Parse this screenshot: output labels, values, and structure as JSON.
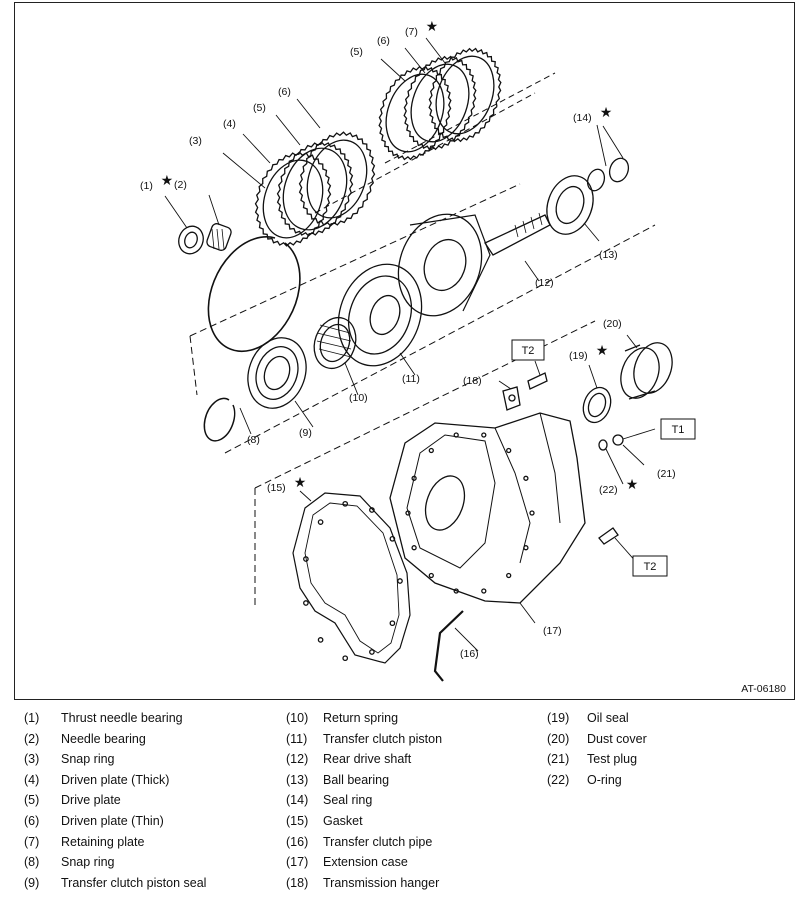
{
  "figure_id": "AT-06180",
  "callouts": [
    {
      "key": "c1",
      "text": "(1)",
      "star": true
    },
    {
      "key": "c2",
      "text": "(2)",
      "star": false
    },
    {
      "key": "c3",
      "text": "(3)",
      "star": false
    },
    {
      "key": "c4",
      "text": "(4)",
      "star": false
    },
    {
      "key": "c5a",
      "text": "(5)",
      "star": false
    },
    {
      "key": "c6a",
      "text": "(6)",
      "star": false
    },
    {
      "key": "c5b",
      "text": "(5)",
      "star": false
    },
    {
      "key": "c6b",
      "text": "(6)",
      "star": false
    },
    {
      "key": "c7",
      "text": "(7)",
      "star": true
    },
    {
      "key": "c14",
      "text": "(14)",
      "star": true
    },
    {
      "key": "c13",
      "text": "(13)",
      "star": false
    },
    {
      "key": "c12",
      "text": "(12)",
      "star": false
    },
    {
      "key": "c11",
      "text": "(11)",
      "star": false
    },
    {
      "key": "c10",
      "text": "(10)",
      "star": false
    },
    {
      "key": "c9",
      "text": "(9)",
      "star": false
    },
    {
      "key": "c8",
      "text": "(8)",
      "star": false
    },
    {
      "key": "c20",
      "text": "(20)",
      "star": false
    },
    {
      "key": "c19",
      "text": "(19)",
      "star": true
    },
    {
      "key": "c18",
      "text": "(18)",
      "star": false
    },
    {
      "key": "c21",
      "text": "(21)",
      "star": false
    },
    {
      "key": "c22",
      "text": "(22)",
      "star": true
    },
    {
      "key": "c15",
      "text": "(15)",
      "star": true
    },
    {
      "key": "c16",
      "text": "(16)",
      "star": false
    },
    {
      "key": "c17",
      "text": "(17)",
      "star": false
    }
  ],
  "torque_labels": [
    {
      "key": "t2a",
      "text": "T2"
    },
    {
      "key": "t1",
      "text": "T1"
    },
    {
      "key": "t2b",
      "text": "T2"
    }
  ],
  "legend": [
    [
      {
        "num": "(1)",
        "name": "Thrust needle bearing"
      },
      {
        "num": "(2)",
        "name": "Needle bearing"
      },
      {
        "num": "(3)",
        "name": "Snap ring"
      },
      {
        "num": "(4)",
        "name": "Driven plate (Thick)"
      },
      {
        "num": "(5)",
        "name": "Drive plate"
      },
      {
        "num": "(6)",
        "name": "Driven plate (Thin)"
      },
      {
        "num": "(7)",
        "name": "Retaining plate"
      },
      {
        "num": "(8)",
        "name": "Snap ring"
      },
      {
        "num": "(9)",
        "name": "Transfer clutch piston seal"
      }
    ],
    [
      {
        "num": "(10)",
        "name": "Return spring"
      },
      {
        "num": "(11)",
        "name": "Transfer clutch piston"
      },
      {
        "num": "(12)",
        "name": "Rear drive shaft"
      },
      {
        "num": "(13)",
        "name": "Ball bearing"
      },
      {
        "num": "(14)",
        "name": "Seal ring"
      },
      {
        "num": "(15)",
        "name": "Gasket"
      },
      {
        "num": "(16)",
        "name": "Transfer clutch pipe"
      },
      {
        "num": "(17)",
        "name": "Extension case"
      },
      {
        "num": "(18)",
        "name": "Transmission hanger"
      }
    ],
    [
      {
        "num": "(19)",
        "name": "Oil seal"
      },
      {
        "num": "(20)",
        "name": "Dust cover"
      },
      {
        "num": "(21)",
        "name": "Test plug"
      },
      {
        "num": "(22)",
        "name": "O-ring"
      }
    ]
  ]
}
